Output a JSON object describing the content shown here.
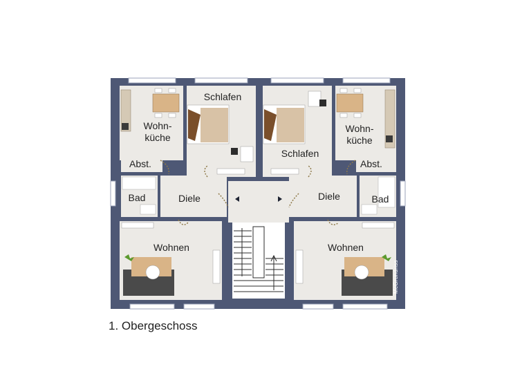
{
  "rooms": {
    "wohnkueche_left": "Wohn-\nküche",
    "schlafen_left": "Schlafen",
    "schlafen_right": "Schlafen",
    "wohnkueche_right": "Wohn-\nküche",
    "abst_left": "Abst.",
    "abst_right": "Abst.",
    "bad_left": "Bad",
    "bad_right": "Bad",
    "diele_left": "Diele",
    "diele_right": "Diele",
    "wohnen_left": "Wohnen",
    "wohnen_right": "Wohnen"
  },
  "watermark": "McGrundriss",
  "caption": "1. Obergeschoss",
  "colors": {
    "wall": "#4e5875",
    "floor": "#eceae6",
    "window": "#ffffff",
    "wood": "#d9b487"
  }
}
